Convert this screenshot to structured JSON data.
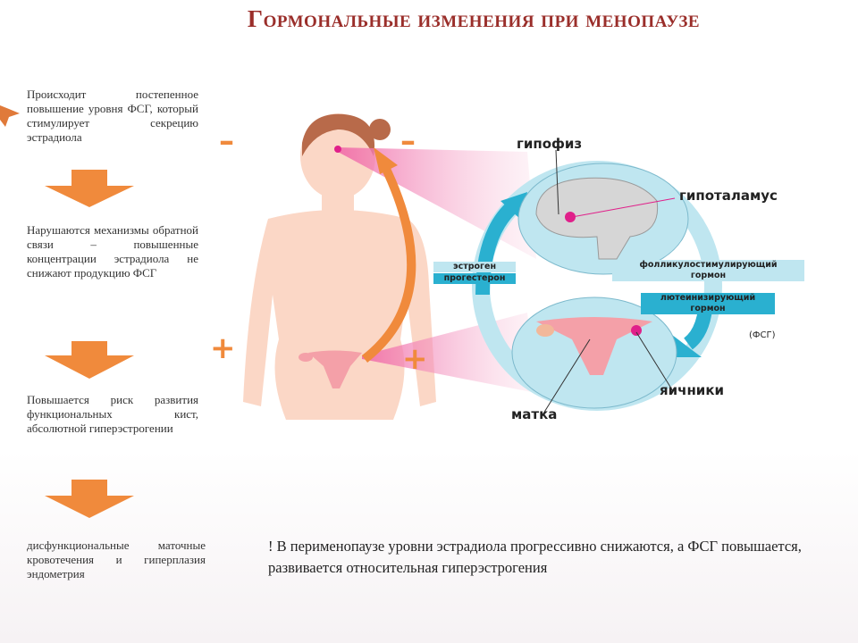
{
  "title": "Гормональные изменения при менопаузе",
  "steps": [
    "Происходит постепенное повышение уровня ФСГ, который стимулирует секрецию эстрадиола",
    "Нарушаются механизмы обратной связи – повышенные концентрации эстрадиола не снижают продукцию ФСГ",
    "Повышается риск развития функциональных кист, абсолютной гиперэстрогении",
    "дисфункциональные маточные кровотечения и гиперплазия эндометрия"
  ],
  "diagram": {
    "pituitary": "гипофиз",
    "hypothalamus": "гипоталамус",
    "estrogen": "эстроген",
    "progesterone": "прогестерон",
    "fsh_line1": "фолликулостимулирующий",
    "fsh_line2": "гормон",
    "lh_line1": "лютеинизирующий",
    "lh_line2": "гормон",
    "fsh_abbr": "(ФСГ)",
    "uterus": "матка",
    "ovaries": "яичники",
    "minus": "–",
    "plus": "+"
  },
  "note": "! В перименопаузе уровни эстрадиола прогрессивно снижаются, а ФСГ повышается, развивается  относительная гиперэстрогения",
  "colors": {
    "title": "#9a2e2a",
    "arrow": "#f08a3c",
    "cycle": "#2ab0d0",
    "circle": "#bfe6f0",
    "body": "#fbd7c6"
  }
}
